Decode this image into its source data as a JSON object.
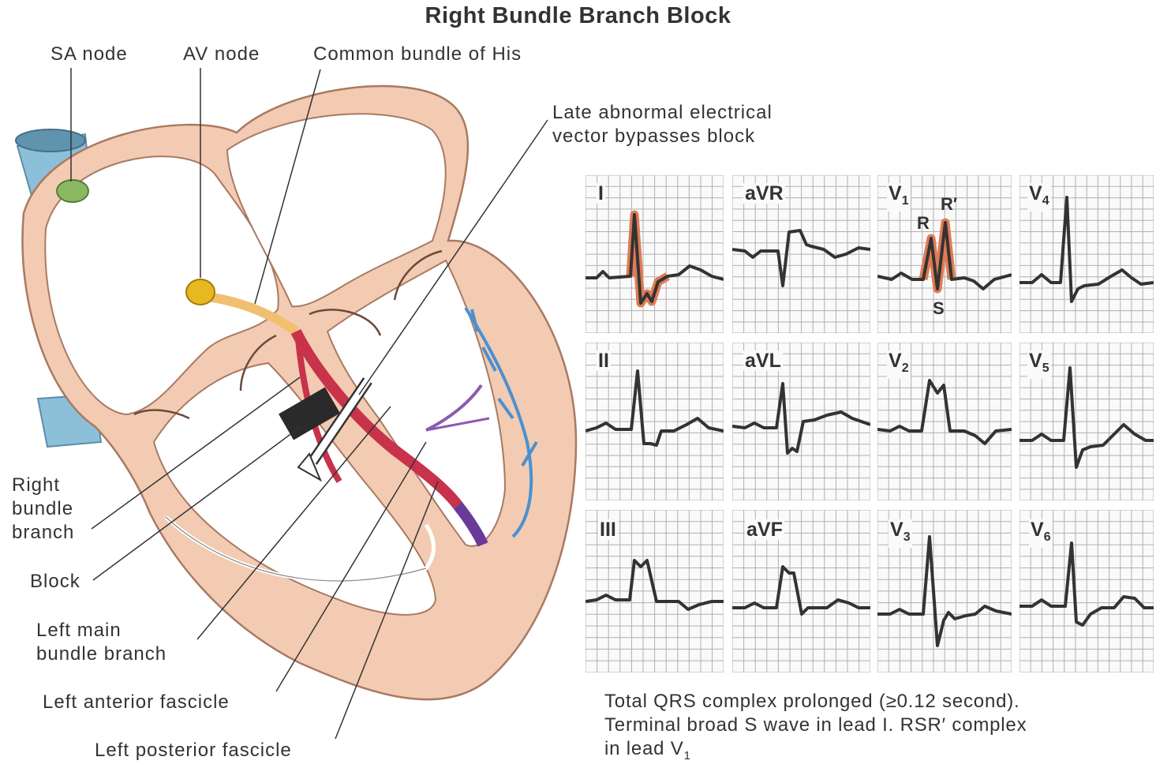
{
  "title": "Right Bundle Branch Block",
  "labels": {
    "sa_node": "SA node",
    "av_node": "AV node",
    "common_bundle": "Common bundle of His",
    "late_vector_line1": "Late abnormal electrical",
    "late_vector_line2": "vector bypasses block",
    "right_bundle_line1": "Right",
    "right_bundle_line2": "bundle",
    "right_bundle_line3": "branch",
    "block": "Block",
    "left_main_line1": "Left main",
    "left_main_line2": "bundle branch",
    "left_anterior": "Left anterior fascicle",
    "left_posterior": "Left posterior fascicle"
  },
  "leads": {
    "I": "I",
    "II": "II",
    "III": "III",
    "aVR": "aVR",
    "aVL": "aVL",
    "aVF": "aVF",
    "V": "V",
    "n1": "1",
    "n2": "2",
    "n3": "3",
    "n4": "4",
    "n5": "5",
    "n6": "6"
  },
  "wave_labels": {
    "R": "R",
    "R_prime": "R′",
    "S": "S"
  },
  "caption": {
    "line1": "Total QRS complex prolonged (≥0.12 second).",
    "line2": "Terminal broad S wave in lead I. RSR′ complex",
    "line3_prefix": "in lead V",
    "line3_sub": "1"
  },
  "colors": {
    "myocardium": "#f2cbb2",
    "myocardium_edge": "#a87a62",
    "right_bundle": "#c8324a",
    "left_purkinje": "#4a90d0",
    "av_node": "#e8b820",
    "sa_node": "#8ab860",
    "vein": "#8cc0d8",
    "highlight": "#e07a55",
    "ecg_trace": "#333333",
    "grid": "#b0b0b0"
  }
}
